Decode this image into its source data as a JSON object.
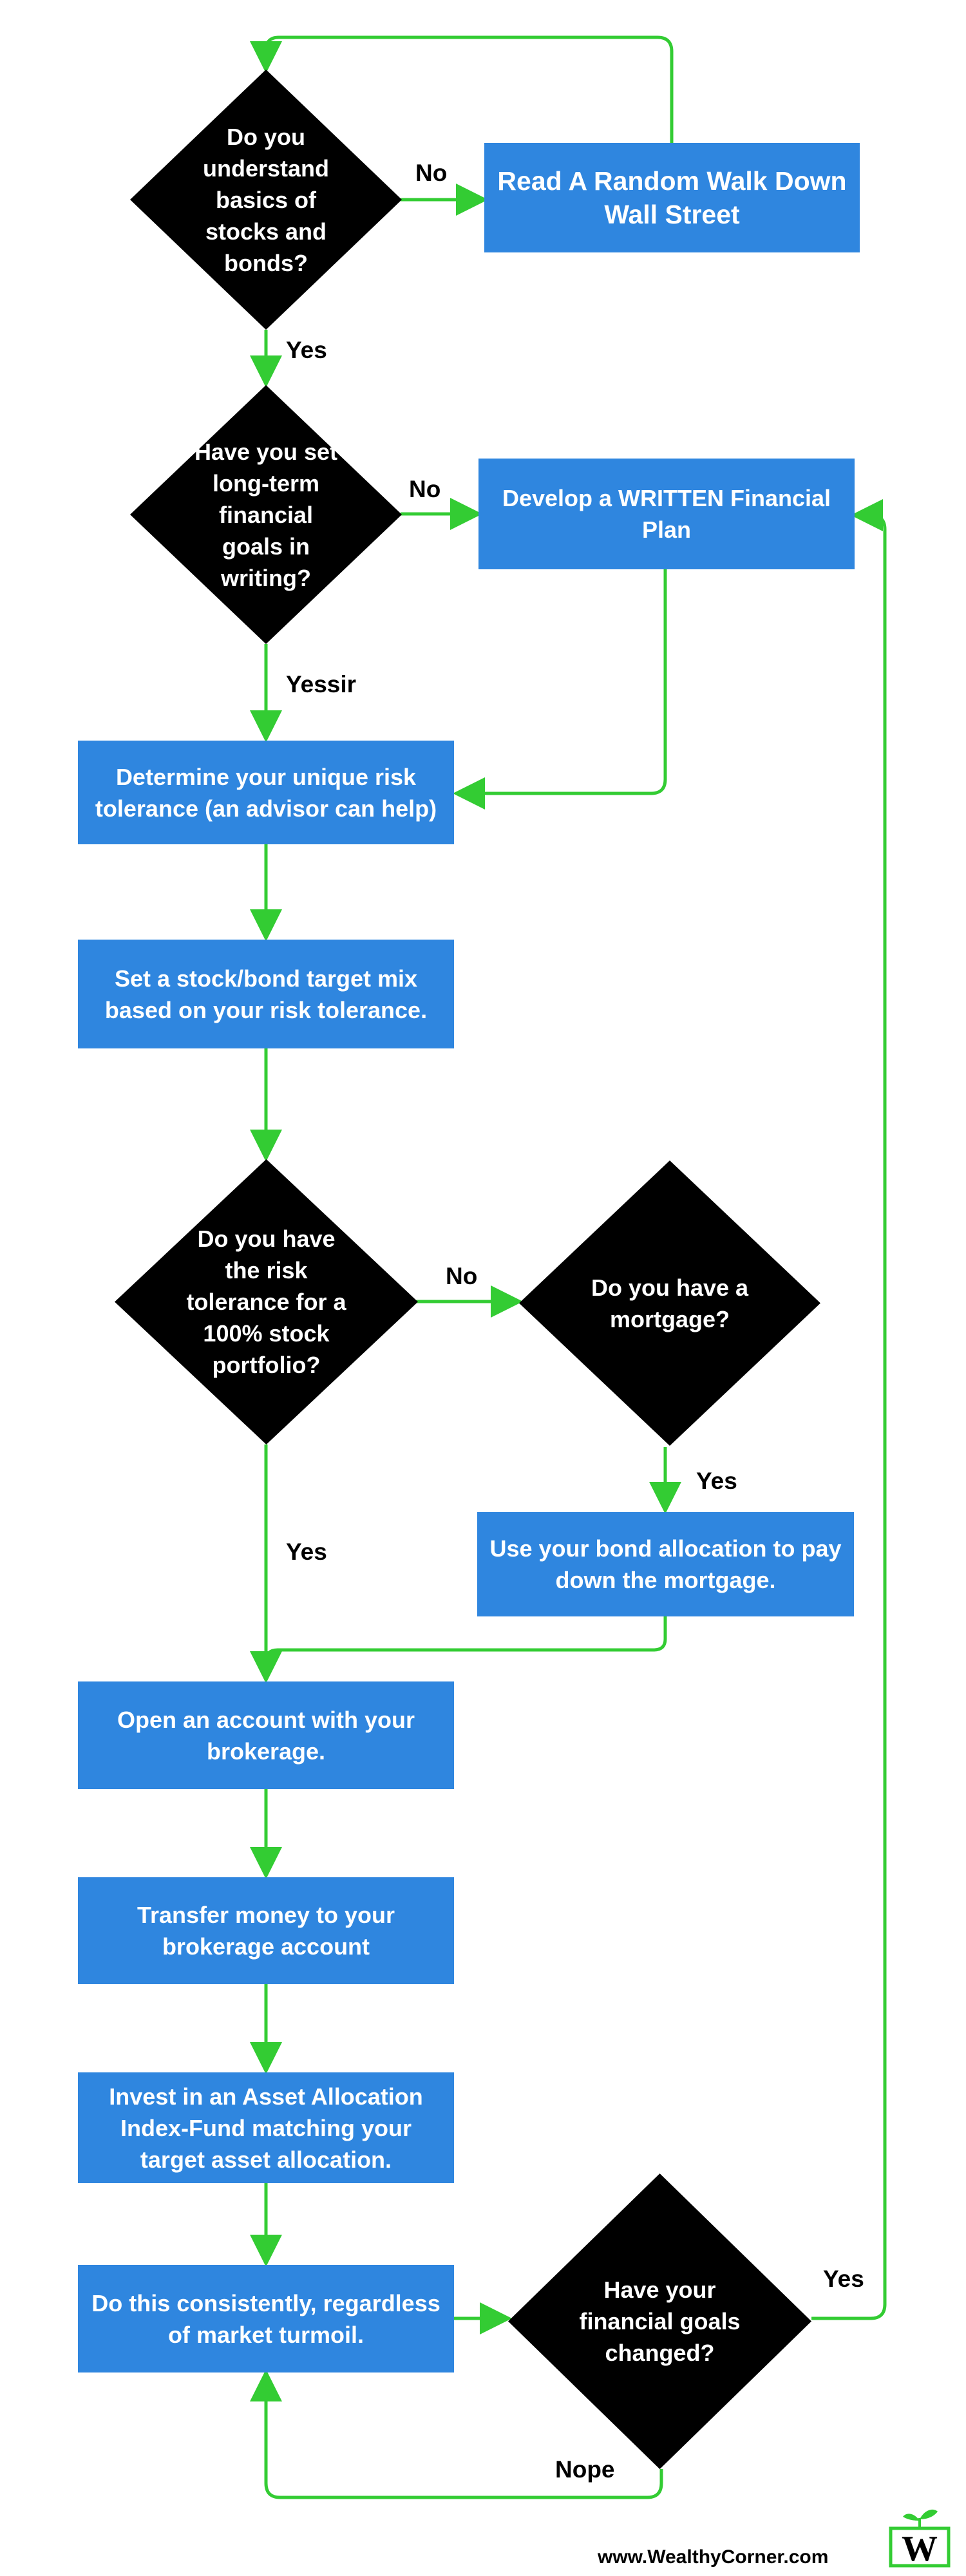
{
  "flowchart": {
    "nodes": {
      "q_basics": "Do you understand basics of stocks and bonds?",
      "read_book": "Read A Random Walk Down Wall Street",
      "q_goals": "Have you set long-term financial goals in writing?",
      "written_plan": "Develop a WRITTEN Financial Plan",
      "risk_tolerance": "Determine your unique risk tolerance (an advisor can help)",
      "target_mix": "Set a stock/bond target mix based on your risk tolerance.",
      "q_100_stock": "Do you have the risk tolerance for a 100% stock portfolio?",
      "q_mortgage": "Do you have a mortgage?",
      "pay_mortgage": "Use your bond allocation to pay down the mortgage.",
      "open_account": "Open an account with your brokerage.",
      "transfer_money": "Transfer money to your brokerage account",
      "invest_fund": "Invest in an Asset Allocation Index-Fund matching your target asset allocation.",
      "consistently": "Do this consistently, regardless of market turmoil.",
      "q_goals_changed": "Have your financial goals changed?"
    },
    "edge_labels": {
      "basics_no": "No",
      "basics_yes": "Yes",
      "goals_no": "No",
      "goals_yes": "Yessir",
      "stock100_no": "No",
      "mortgage_yes": "Yes",
      "stock100_yes": "Yes",
      "changed_yes": "Yes",
      "changed_no": "Nope"
    }
  },
  "footer": {
    "url": "www.WealthyCorner.com",
    "logo_letter": "W"
  },
  "colors": {
    "box": "#2f86df",
    "diamond": "#000000",
    "arrow": "#33cc33",
    "text_on_shape": "#ffffff"
  }
}
